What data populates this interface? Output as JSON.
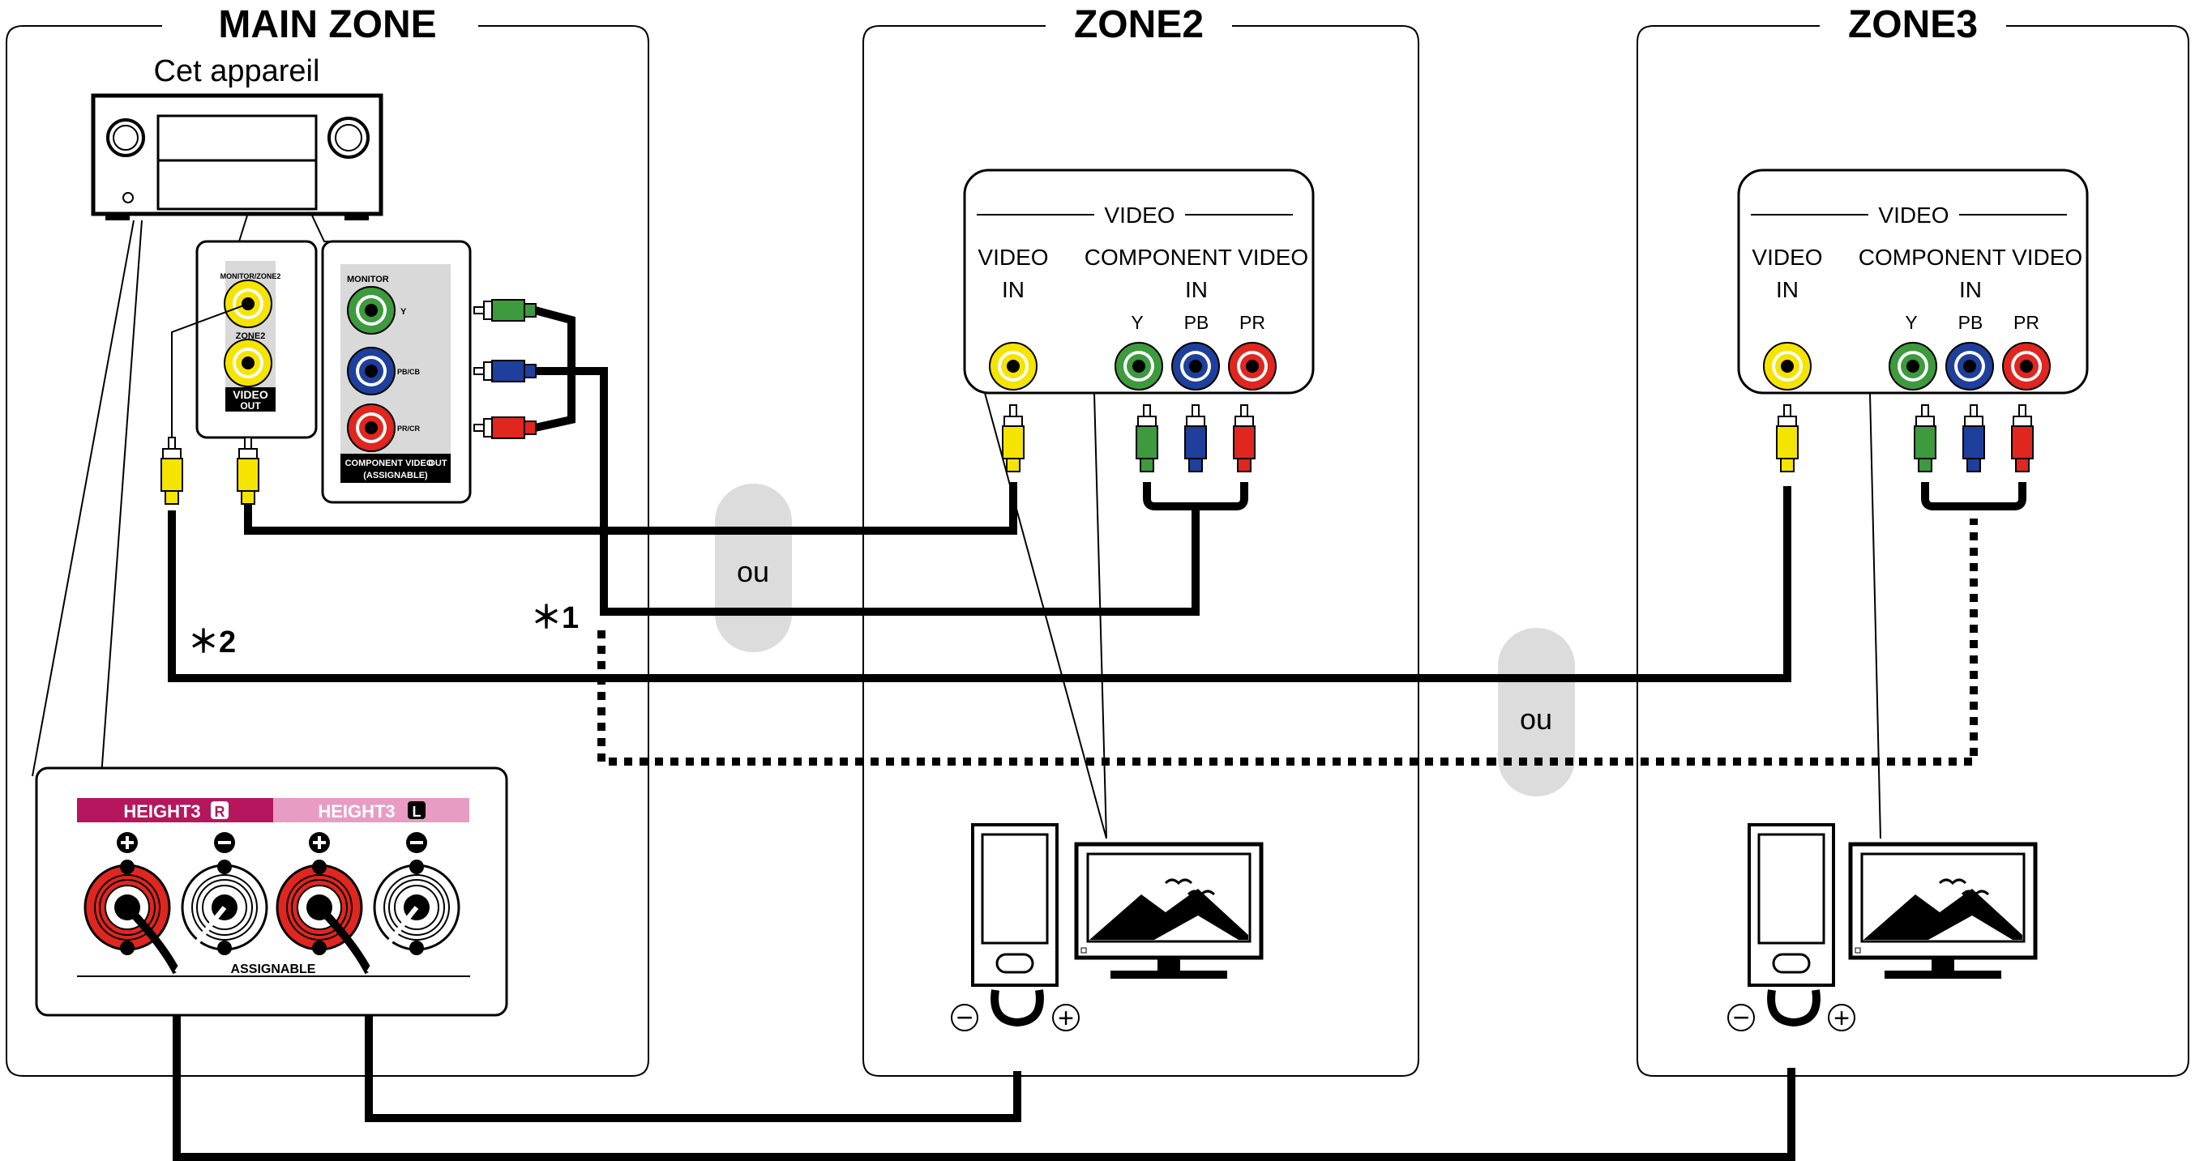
{
  "zones": {
    "main": "MAIN ZONE",
    "zone2": "ZONE2",
    "zone3": "ZONE3"
  },
  "receiver": {
    "label": "Cet appareil"
  },
  "video_out_panel": {
    "monitor_zone2": "MONITOR/ZONE2",
    "zone2": "ZONE2",
    "video": "VIDEO",
    "out": "OUT"
  },
  "component_out_panel": {
    "monitor": "MONITOR",
    "y": "Y",
    "pb": "PB/CB",
    "pr": "PR/CR",
    "label": "COMPONENT VIDEO",
    "out": "OUT",
    "assignable": "(ASSIGNABLE)"
  },
  "tv_input_panel": {
    "header": "VIDEO",
    "video_in_1": "VIDEO",
    "video_in_2": "IN",
    "component_1": "COMPONENT VIDEO",
    "component_2": "IN",
    "y": "Y",
    "pb": "PB",
    "pr": "PR"
  },
  "speaker_panel": {
    "height3_r": "HEIGHT3",
    "r_badge": "R",
    "height3_l": "HEIGHT3",
    "l_badge": "L",
    "assignable": "ASSIGNABLE",
    "plus": "+",
    "minus": "−"
  },
  "ou_label": "ou",
  "notes": {
    "n1": "＊1",
    "n2": "＊2"
  },
  "colors": {
    "yellow": "#f5e400",
    "green": "#3d9a3d",
    "blue": "#1f3f9c",
    "red": "#e0261f",
    "height_r": "#b5165d",
    "height_l": "#e89cc4",
    "ou_bubble": "#dcdcdc"
  },
  "icons": [
    "tv-icon",
    "speaker-icon",
    "receiver-icon",
    "rca-plug-icon",
    "speaker-terminal-icon"
  ]
}
